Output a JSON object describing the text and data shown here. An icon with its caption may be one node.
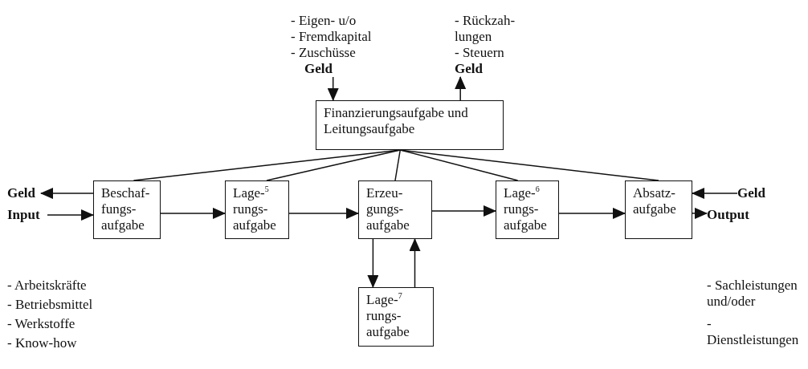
{
  "diagram": {
    "nodes": [
      {
        "text": [
          "Finanzierungsaufgabe und Leitungsaufgabe"
        ]
      },
      {
        "text": [
          "Beschaf- fungs- aufgabe"
        ]
      },
      {
        "text": [
          "Lage-$^{5}$ rungs- aufgabe"
        ]
      },
      {
        "text": [
          "Erzeu- gungs- aufgabe"
        ]
      },
      {
        "text": [
          "Lage-$^{6}$ rungs- aufgabe"
        ]
      },
      {
        "text": [
          "Absatz- aufgabe"
        ]
      },
      {
        "text": [
          "Lage-$^{7}$ rungs- aufgabe"
        ]
      },
      {
        "text": [
          "Input"
        ]
      },
      {
        "text": [
          "Geld"
        ]
      },
      {
        "text": [
          "Geld"
        ],
        "beside": [
          "- Eigen- u/o",
          "- Fremdkapital",
          "- Zuschüsse"
        ]
      },
      {
        "text": [
          "Geld"
        ],
        "beside": [
          "- Rückzah- lungen",
          "- Steuern"
        ]
      },
      {
        "text": [
          "Geld"
        ]
      },
      {
        "text": [
          "Output"
        ]
      }
    ],
    "edges": [
      {
        "from": 0,
        "to": 1,
        "arrow": "none"
      },
      {
        "from": 0,
        "to": 2,
        "arrow": "none"
      },
      {
        "from": 0,
        "to": 3,
        "arrow": "none"
      },
      {
        "from": 0,
        "to": 4,
        "arrow": "none"
      },
      {
        "from": 0,
        "to": 5,
        "arrow": "none"
      },
      {
        "from": 1,
        "to": 8,
        "arrow": "to"
      },
      {
        "from": 7,
        "to": 1,
        "arrow": "to"
      },
      {
        "from": 1,
        "to": 2,
        "arrow": "to"
      },
      {
        "from": 2,
        "to": 3,
        "arrow": "to"
      },
      {
        "from": 3,
        "to": 4,
        "arrow": "to"
      },
      {
        "from": 4,
        "to": 5,
        "arrow": "to"
      },
      {
        "from": 3,
        "to": 6,
        "arrow": "to"
      },
      {
        "from": 6,
        "to": 3,
        "arrow": "to"
      },
      {
        "from": 9,
        "to": 0,
        "arrow": "to"
      },
      {
        "from": 0,
        "to": 10,
        "arrow": "to"
      },
      {
        "from": 11,
        "to": 5,
        "arrow": "to"
      },
      {
        "from": 5,
        "to": 12,
        "arrow": "to"
      }
    ],
    "labels": [
      "- Arbeitskräfte",
      "- Betriebsmittel",
      "- Werkstoffe",
      "- Know-how",
      "- Sachleistungen und/oder",
      "- Dienstleistungen"
    ]
  }
}
